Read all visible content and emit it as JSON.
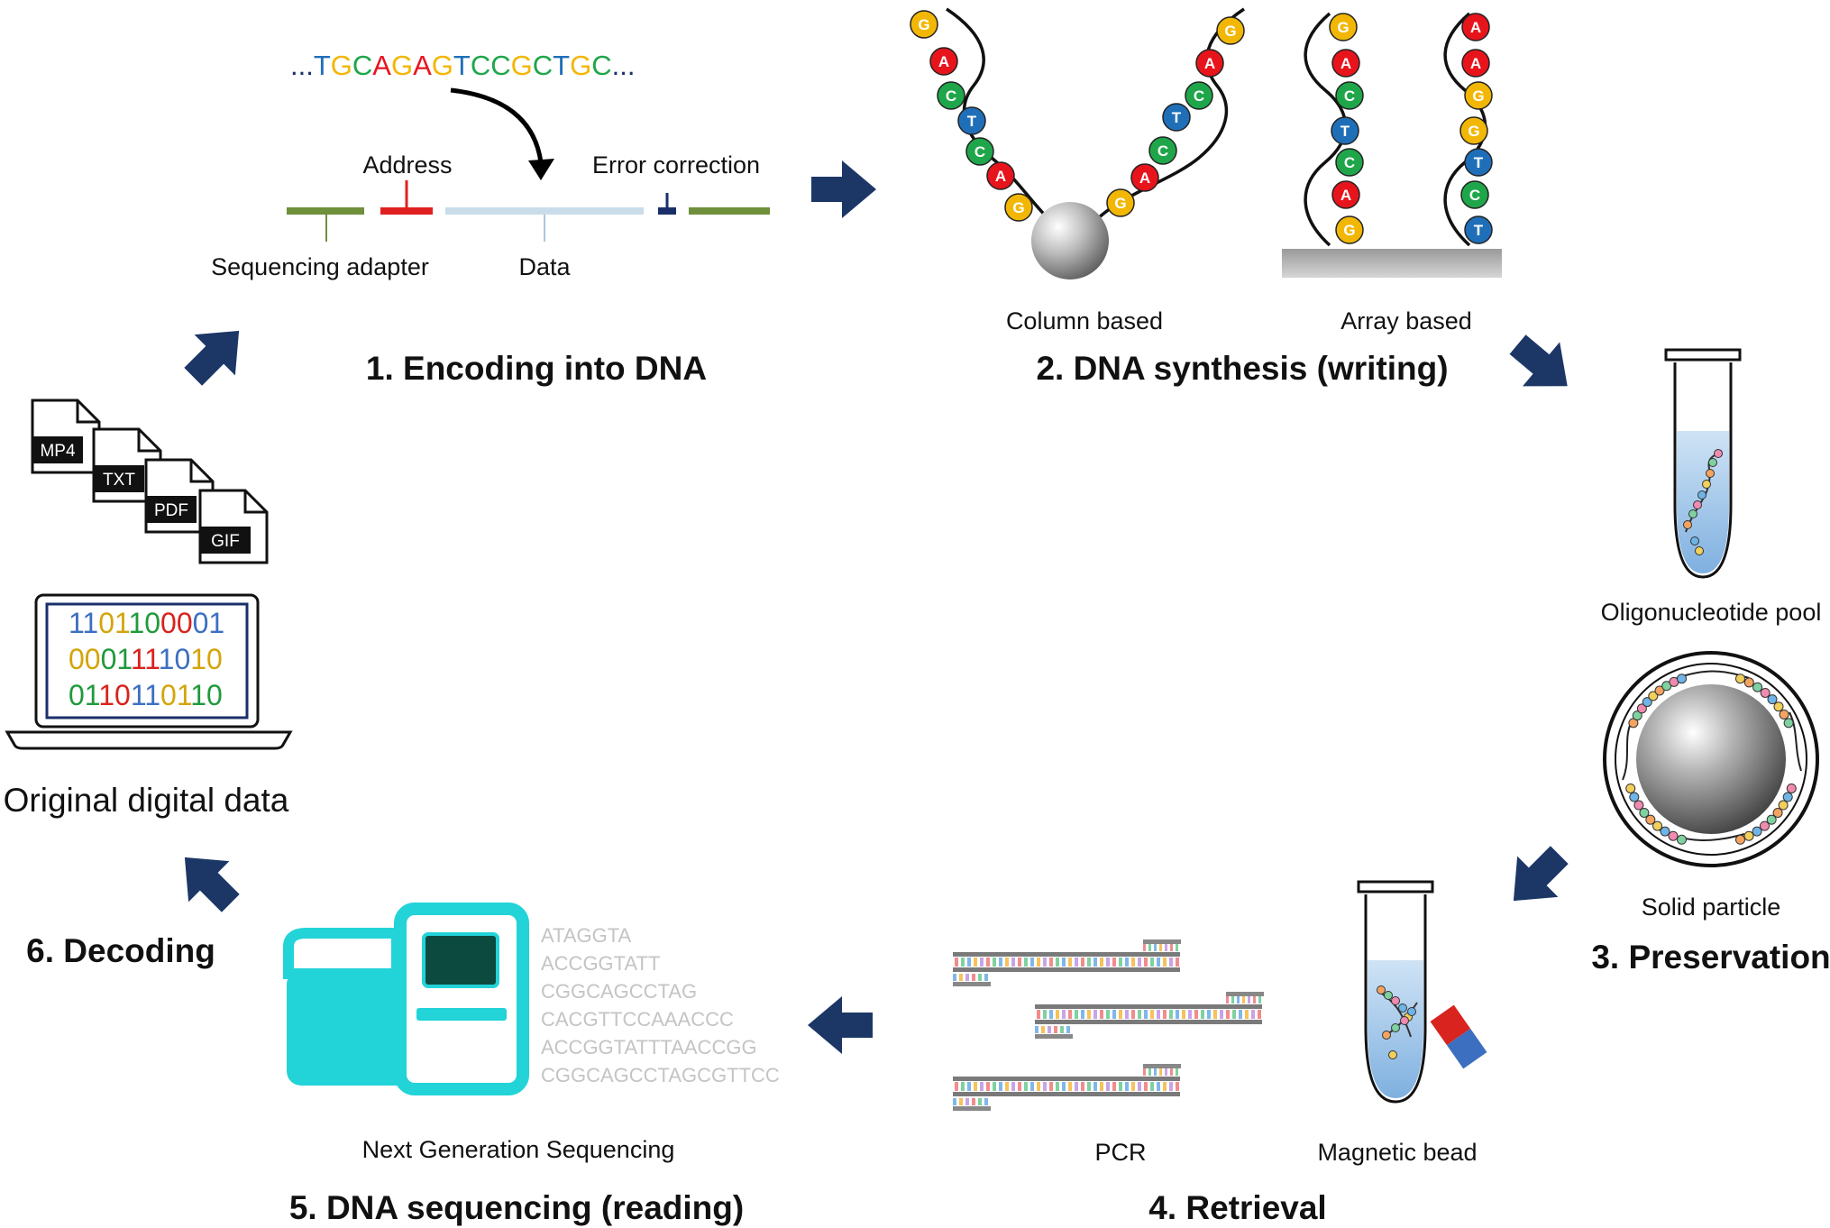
{
  "steps": {
    "encoding": {
      "title": "1. Encoding into DNA",
      "sequence_prefix": "...",
      "sequence_suffix": "...",
      "sequence_letters": [
        "T",
        "G",
        "C",
        "A",
        "G",
        "A",
        "G",
        "T",
        "C",
        "C",
        "G",
        "C",
        "T",
        "G",
        "C"
      ],
      "labels": {
        "address": "Address",
        "error_correction": "Error correction",
        "sequencing_adapter": "Sequencing adapter",
        "data": "Data"
      }
    },
    "synthesis": {
      "title": "2. DNA synthesis (writing)",
      "column_label": "Column based",
      "array_label": "Array based",
      "column_left_bases": [
        "G",
        "A",
        "C",
        "T",
        "C",
        "A",
        "G"
      ],
      "column_right_bases": [
        "G",
        "A",
        "C",
        "T",
        "C",
        "A",
        "G"
      ],
      "array_left_bases": [
        "G",
        "A",
        "C",
        "T",
        "C",
        "A",
        "G"
      ],
      "array_right_bases": [
        "A",
        "A",
        "G",
        "G",
        "T",
        "C",
        "T"
      ]
    },
    "preservation": {
      "title": "3. Preservation",
      "pool_label": "Oligonucleotide pool",
      "particle_label": "Solid particle"
    },
    "retrieval": {
      "title": "4. Retrieval",
      "pcr_label": "PCR",
      "bead_label": "Magnetic bead"
    },
    "sequencing": {
      "title": "5. DNA sequencing (reading)",
      "ngs_label": "Next Generation Sequencing",
      "reads": [
        "ATAGGTA",
        "ACCGGTATT",
        "CGGCAGCCTAG",
        "CACGTTCCAAACCC",
        "ACCGGTATTTAACCGG",
        "CGGCAGCCTAGCGTTCC"
      ]
    },
    "decoding": {
      "title": "6. Decoding"
    },
    "original": {
      "title": "Original digital data",
      "files": [
        "MP4",
        "TXT",
        "PDF",
        "GIF"
      ],
      "binary_rows": [
        "1101100001",
        "0001111010",
        "0110110110"
      ]
    }
  },
  "colors": {
    "A": "#e8141c",
    "C": "#1fa64a",
    "G": "#f2b705",
    "T": "#1f6fb8",
    "arrow": "#1c3766",
    "bin_palette": [
      "#3c6fc0",
      "#d4a40c",
      "#1f9a3c",
      "#d8231e"
    ],
    "adapter": "#6f8f3a",
    "address": "#e02020",
    "data_bar": "#c9dcea",
    "error_bar": "#1a2f6a",
    "tube_liquid": "#9cc3e6",
    "ngs_machine": "#22d3d8"
  }
}
